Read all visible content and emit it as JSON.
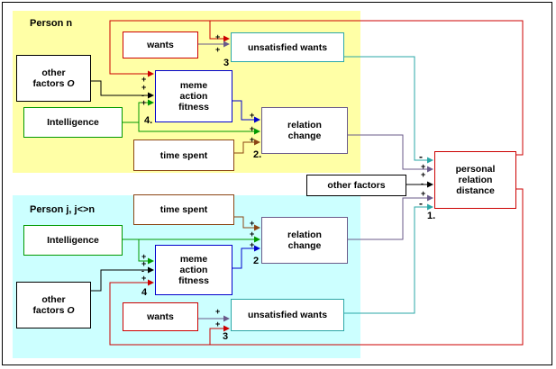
{
  "regions": {
    "top": {
      "label": "Person n",
      "color": "#ffffa6"
    },
    "bottom": {
      "label": "Person j, j<>n",
      "color": "#ccffff"
    }
  },
  "top": {
    "wants": "wants",
    "unsatisfied": "unsatisfied wants",
    "other1": "other",
    "other2": "factors",
    "other3": "O",
    "intelligence": "Intelligence",
    "meme1": "meme",
    "meme2": "action",
    "meme3": "fitness",
    "relation1": "relation",
    "relation2": "change",
    "time": "time spent",
    "n3": "3",
    "n4": "4.",
    "n2": "2."
  },
  "bottom": {
    "time": "time spent",
    "intelligence": "Intelligence",
    "relation1": "relation",
    "relation2": "change",
    "meme1": "meme",
    "meme2": "action",
    "meme3": "fitness",
    "other1": "other",
    "other2": "factors",
    "other3": "O",
    "wants": "wants",
    "unsatisfied": "unsatisfied wants",
    "n2": "2",
    "n4": "4",
    "n3": "3"
  },
  "center": {
    "other_factors": "other factors",
    "distance1": "personal",
    "distance2": "relation",
    "distance3": "distance",
    "n1": "1."
  },
  "signs": {
    "plus": "+",
    "minus": "-"
  },
  "colors": {
    "red": "#cc0000",
    "blue": "#0000cc",
    "green": "#009900",
    "brown": "#8b4513",
    "teal": "#2aa7a7",
    "purple": "#6a5a8a",
    "black": "#000000"
  }
}
